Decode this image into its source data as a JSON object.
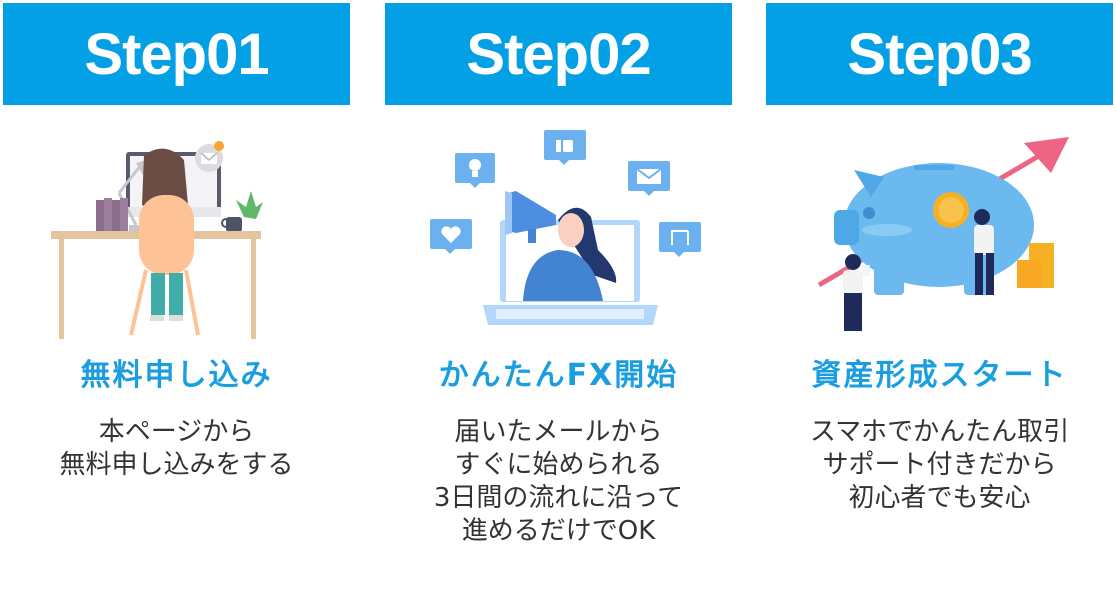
{
  "steps": [
    {
      "label": "Step01",
      "illustration": "woman-at-desk-icon",
      "title": "無料申し込み",
      "description": [
        "本ページから",
        "無料申し込みをする"
      ]
    },
    {
      "label": "Step02",
      "illustration": "megaphone-laptop-icon",
      "title": "かんたんFX開始",
      "description": [
        "届いたメールから",
        "すぐに始められる",
        "3日間の流れに沿って",
        "進めるだけでOK"
      ]
    },
    {
      "label": "Step03",
      "illustration": "piggy-bank-growth-icon",
      "title": "資産形成スタート",
      "description": [
        "スマホでかんたん取引",
        "サポート付きだから",
        "初心者でも安心"
      ]
    }
  ],
  "colors": {
    "accent": "#03a0e6",
    "title": "#1a9ee0",
    "text": "#333333"
  }
}
